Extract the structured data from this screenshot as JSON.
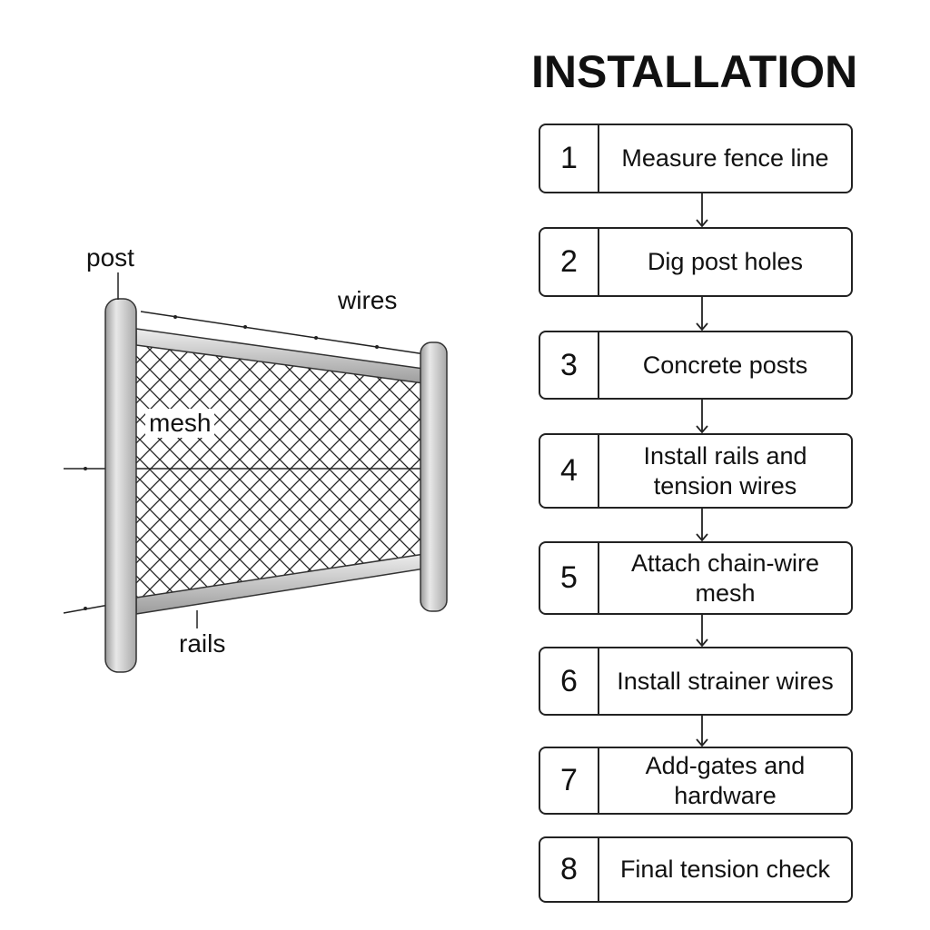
{
  "title": "INSTALLATION",
  "steps": [
    {
      "number": "1",
      "label": "Measure fence line"
    },
    {
      "number": "2",
      "label": "Dig post holes"
    },
    {
      "number": "3",
      "label": "Concrete posts"
    },
    {
      "number": "4",
      "label": "Install rails and tension wires"
    },
    {
      "number": "5",
      "label": "Attach chain-wire mesh"
    },
    {
      "number": "6",
      "label": "Install strainer wires"
    },
    {
      "number": "7",
      "label": "Add-gates and hardware"
    },
    {
      "number": "8",
      "label": "Final tension check"
    }
  ],
  "diagram_labels": {
    "post": "post",
    "wires": "wires",
    "mesh": "mesh",
    "rails": "rails"
  },
  "colors": {
    "post_fill": "#cfcfcf",
    "outline": "#222222"
  }
}
